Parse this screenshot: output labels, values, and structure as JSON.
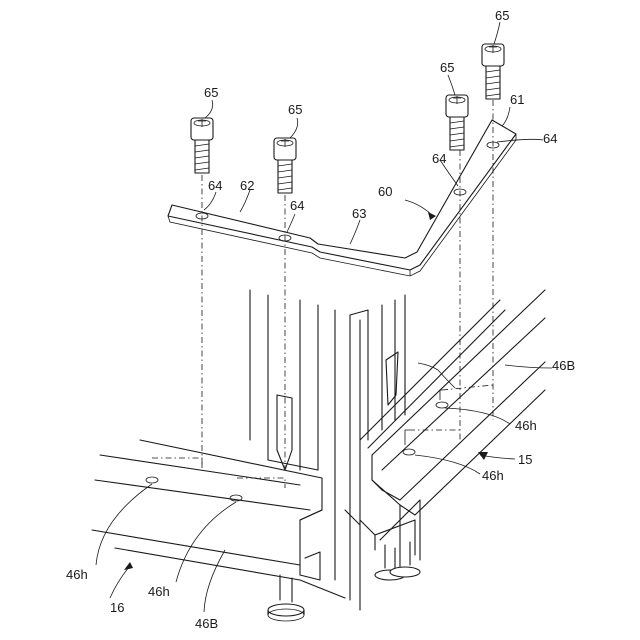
{
  "labels": {
    "bolt": "65",
    "hole": "64",
    "bracket_end": "61",
    "bracket_left": "62",
    "bracket_mid": "63",
    "bracket": "60",
    "rail_hole": "46h",
    "rail": "46B",
    "frame_left": "16",
    "frame_right": "15"
  },
  "colors": {
    "line": "#1a1a1a",
    "background": "#ffffff"
  }
}
